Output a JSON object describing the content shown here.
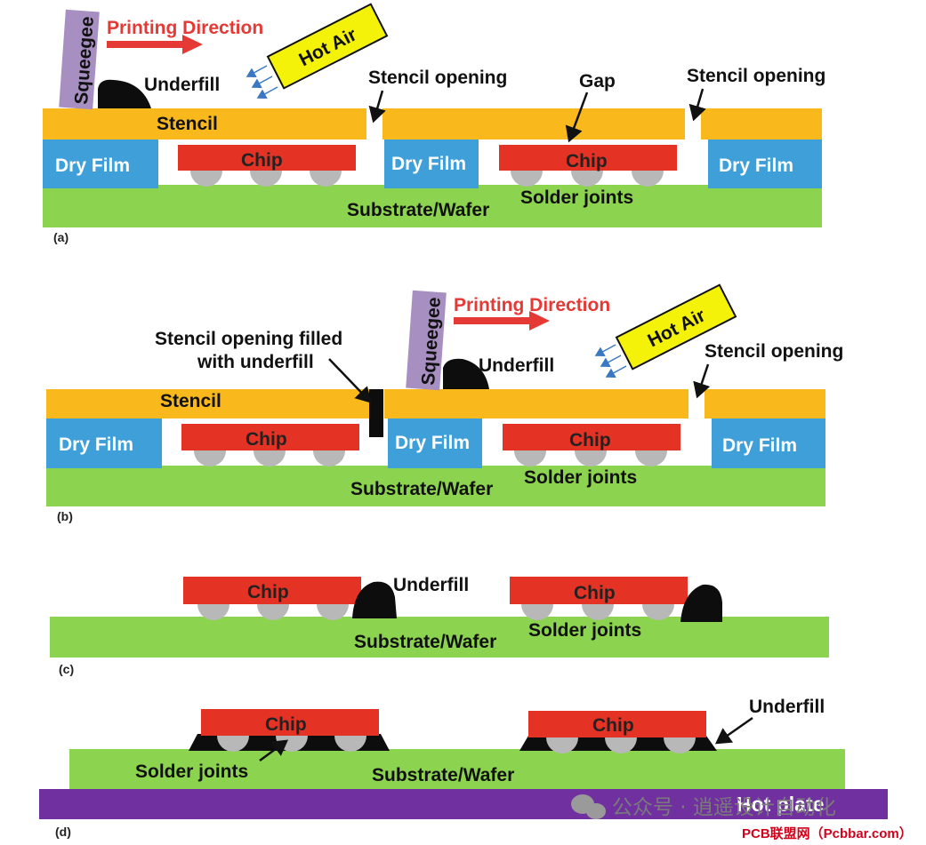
{
  "colors": {
    "stencil": "#f9b81b",
    "dry_film": "#3f9fd8",
    "chip": "#e43225",
    "substrate": "#8cd34f",
    "solder": "#b8b8b8",
    "underfill": "#0d0d0d",
    "squeegee": "#a78fc2",
    "hot_air": "#f5f20a",
    "hot_plate": "#7030a0",
    "direction_arrow": "#e53935",
    "air_arrows": "#3a78c2"
  },
  "icons": {
    "direction": "right-arrow",
    "leader": "black-pointer-arrow",
    "watermark": "wechat-icon"
  },
  "panel_a": {
    "tag": "(a)",
    "squeegee": "Squeegee",
    "printing_direction": "Printing Direction",
    "hot_air": "Hot Air",
    "underfill": "Underfill",
    "stencil_opening_1": "Stencil opening",
    "gap": "Gap",
    "stencil_opening_2": "Stencil opening",
    "stencil": "Stencil",
    "dry_film_1": "Dry Film",
    "dry_film_2": "Dry Film",
    "dry_film_3": "Dry Film",
    "chip_1": "Chip",
    "chip_2": "Chip",
    "solder_joints": "Solder joints",
    "substrate": "Substrate/Wafer"
  },
  "panel_b": {
    "tag": "(b)",
    "opening_filled_1": "Stencil opening filled",
    "opening_filled_2": "with underfill",
    "squeegee": "Squeegee",
    "printing_direction": "Printing Direction",
    "hot_air": "Hot Air",
    "underfill": "Underfill",
    "stencil_opening": "Stencil opening",
    "stencil": "Stencil",
    "dry_film_1": "Dry Film",
    "dry_film_2": "Dry Film",
    "dry_film_3": "Dry Film",
    "chip_1": "Chip",
    "chip_2": "Chip",
    "solder_joints": "Solder joints",
    "substrate": "Substrate/Wafer"
  },
  "panel_c": {
    "tag": "(c)",
    "chip_1": "Chip",
    "chip_2": "Chip",
    "underfill": "Underfill",
    "solder_joints": "Solder joints",
    "substrate": "Substrate/Wafer"
  },
  "panel_d": {
    "tag": "(d)",
    "chip_1": "Chip",
    "chip_2": "Chip",
    "underfill": "Underfill",
    "solder_joints": "Solder joints",
    "substrate": "Substrate/Wafer",
    "hot_plate": "Hot plate"
  },
  "watermark": {
    "text": "公众号 · 逍遥设计自动化",
    "site": "PCB联盟网（Pcbbar.com）"
  }
}
